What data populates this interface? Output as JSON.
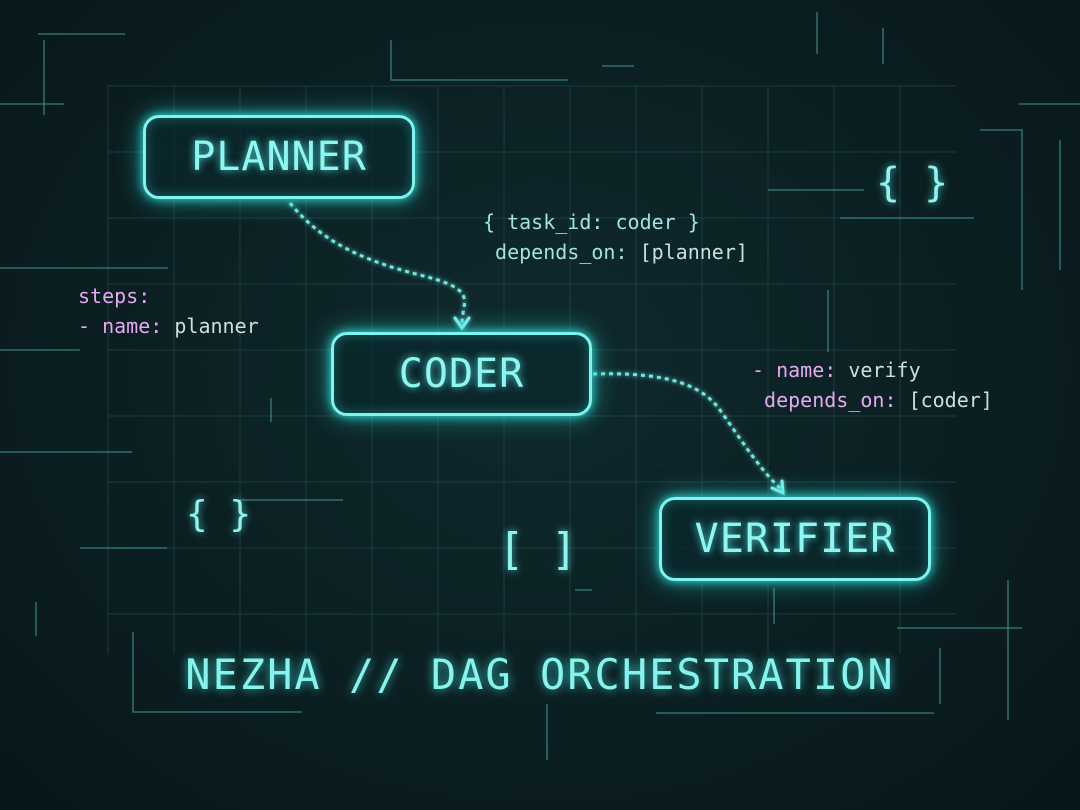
{
  "nodes": {
    "planner": "PLANNER",
    "coder": "CODER",
    "verifier": "VERIFIER"
  },
  "snippets": {
    "top": {
      "line1": {
        "open": "{ ",
        "key": "task_id",
        "sep": ": ",
        "val": "coder",
        "close": " }"
      },
      "line2": {
        "key": "depends_on",
        "sep": ": ",
        "val": "[planner]"
      }
    },
    "left": {
      "line1": {
        "key": "steps",
        "sep": ":"
      },
      "line2": {
        "dash": "- ",
        "key": "name",
        "sep": ": ",
        "val": "planner"
      }
    },
    "right": {
      "line1": {
        "dash": "- ",
        "key": "name",
        "sep": ": ",
        "val": "verify"
      },
      "line2": {
        "key": "depends_on",
        "sep": ": ",
        "val": "[coder]"
      }
    }
  },
  "decorations": {
    "braces_top_right": "{ }",
    "braces_left": "{ }",
    "brackets_center": "[ ]"
  },
  "footer": "NEZHA // DAG ORCHESTRATION",
  "colors": {
    "background": "#0b1f22",
    "node_border": "#7ff3ee",
    "node_text": "#8ff7f1",
    "key_text": "#e7a8f3",
    "value_text": "#c9dfe0",
    "edge": "#6fe7e0"
  }
}
